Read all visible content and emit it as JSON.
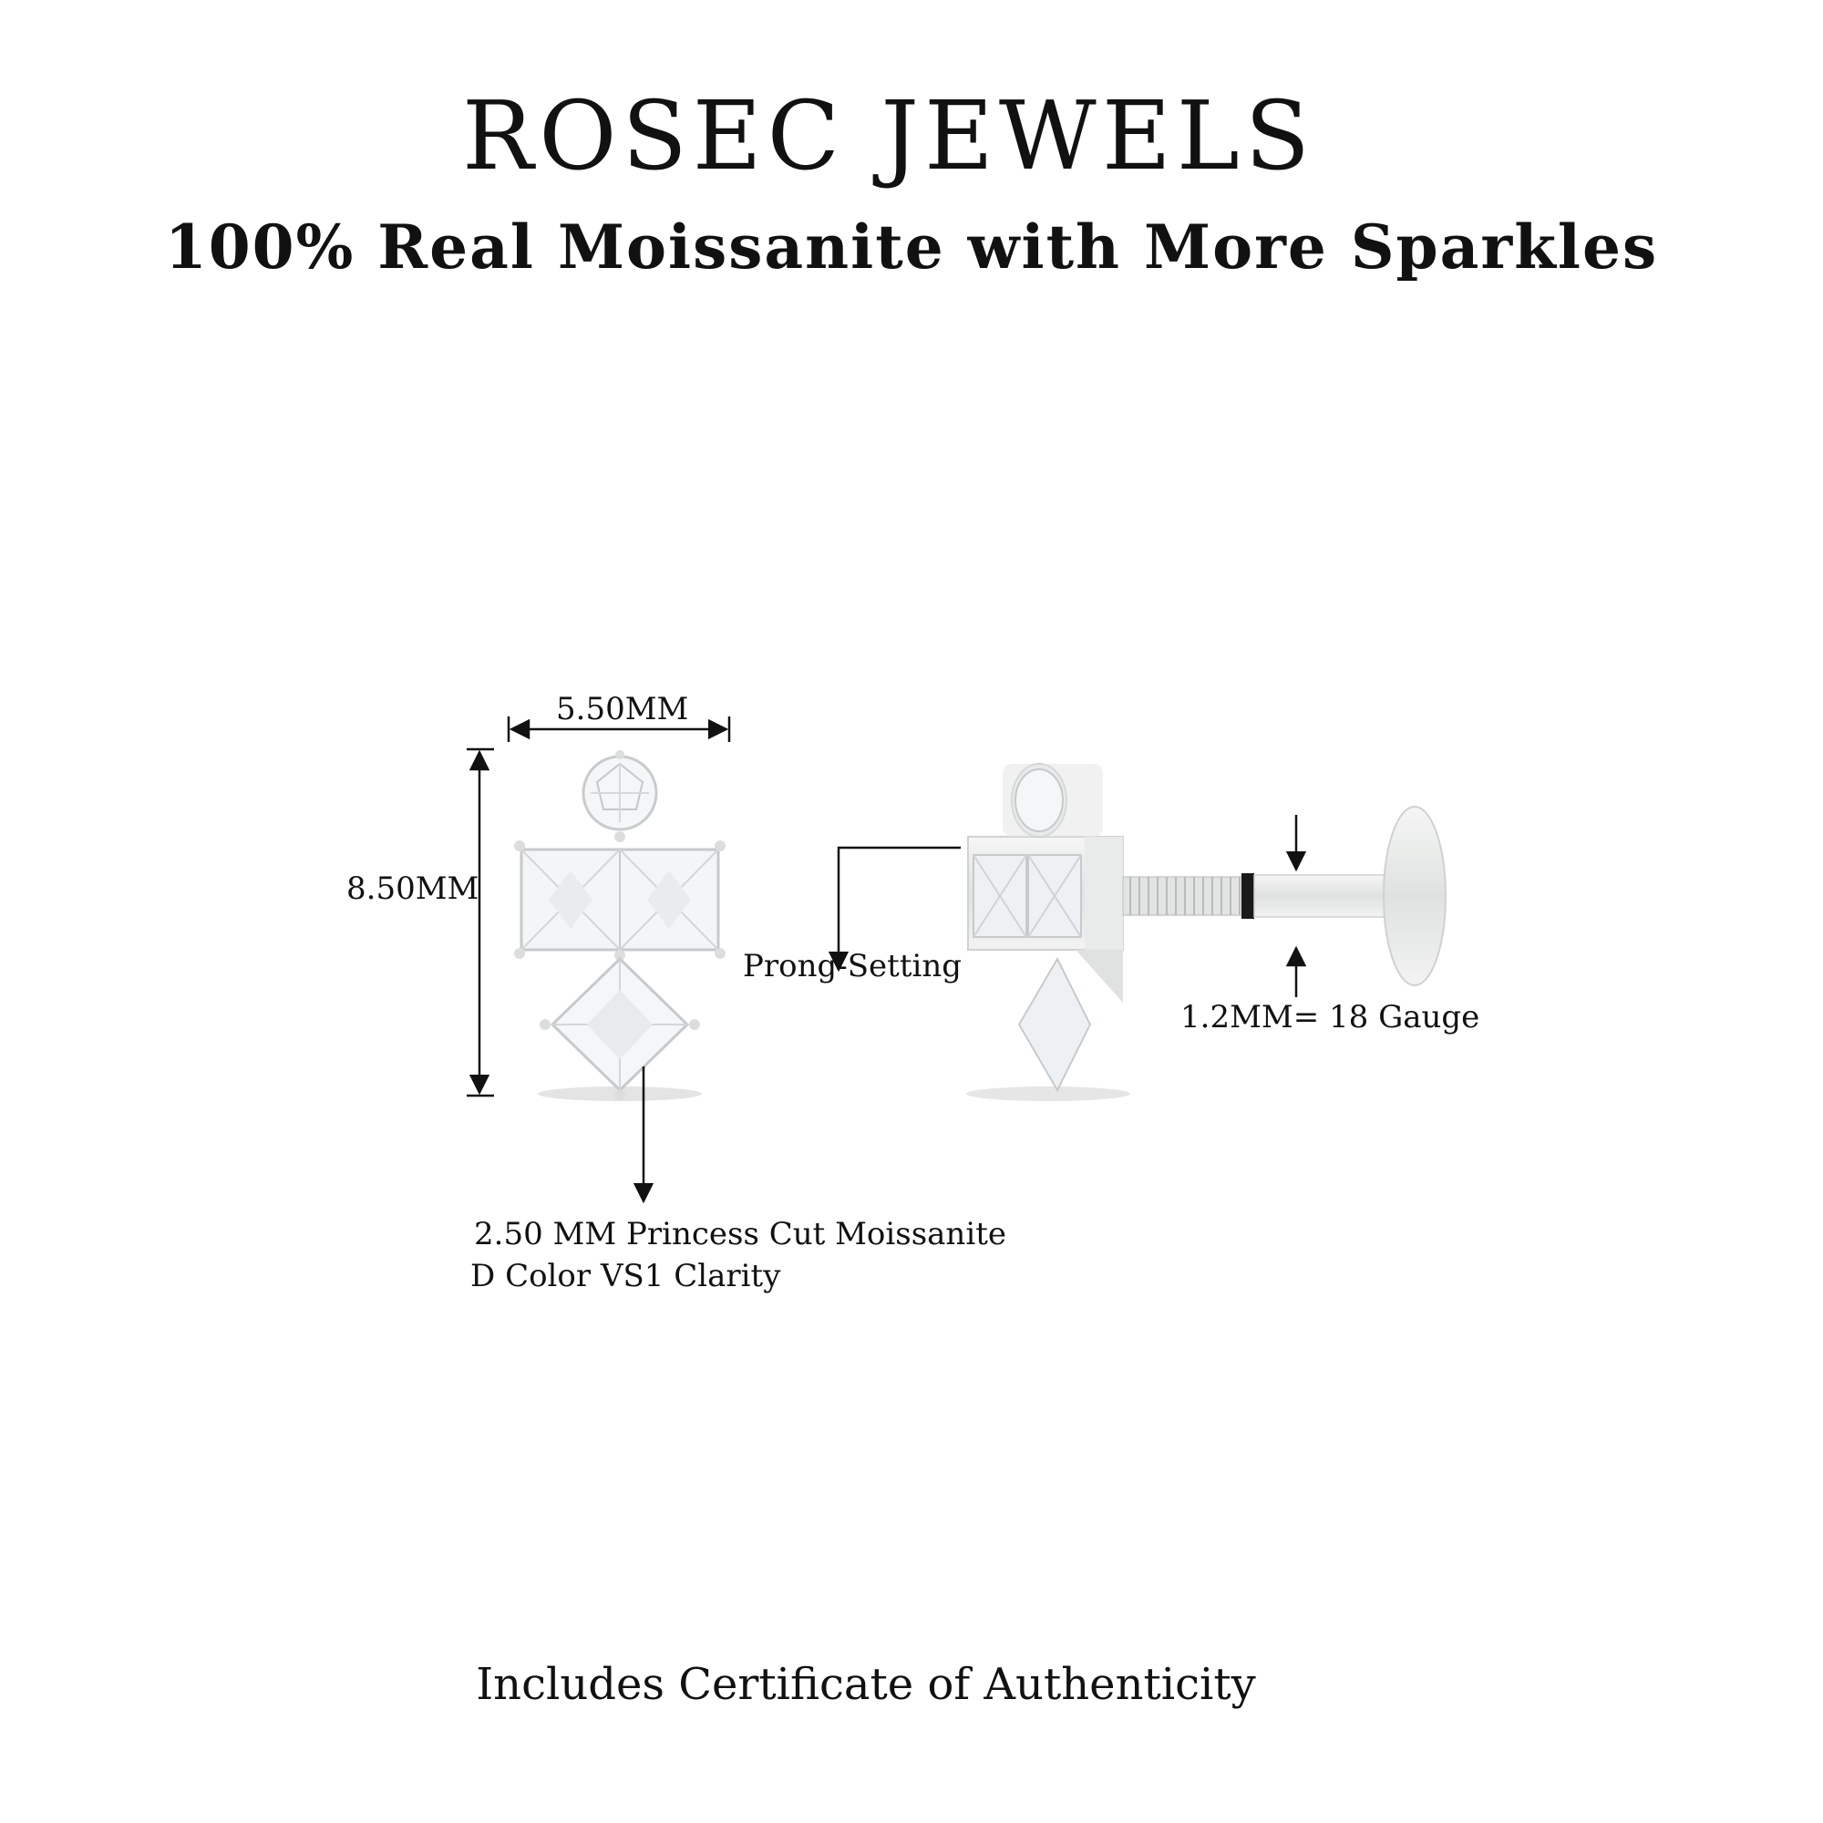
{
  "header": {
    "brand": "ROSEC JEWELS",
    "tagline": "100% Real Moissanite with More Sparkles"
  },
  "diagram": {
    "width_label": "5.50MM",
    "height_label": "8.50MM",
    "prong_label": "Prong-Setting",
    "gauge_label": "1.2MM= 18 Gauge",
    "stone_label_line1": "2.50 MM Princess Cut Moissanite",
    "stone_label_line2": "D Color VS1 Clarity"
  },
  "footer": {
    "certificate": "Includes Certificate of Authenticity"
  },
  "colors": {
    "metal": "#e6e8e7",
    "stone": "#f4f6f8",
    "ink": "#111111"
  }
}
